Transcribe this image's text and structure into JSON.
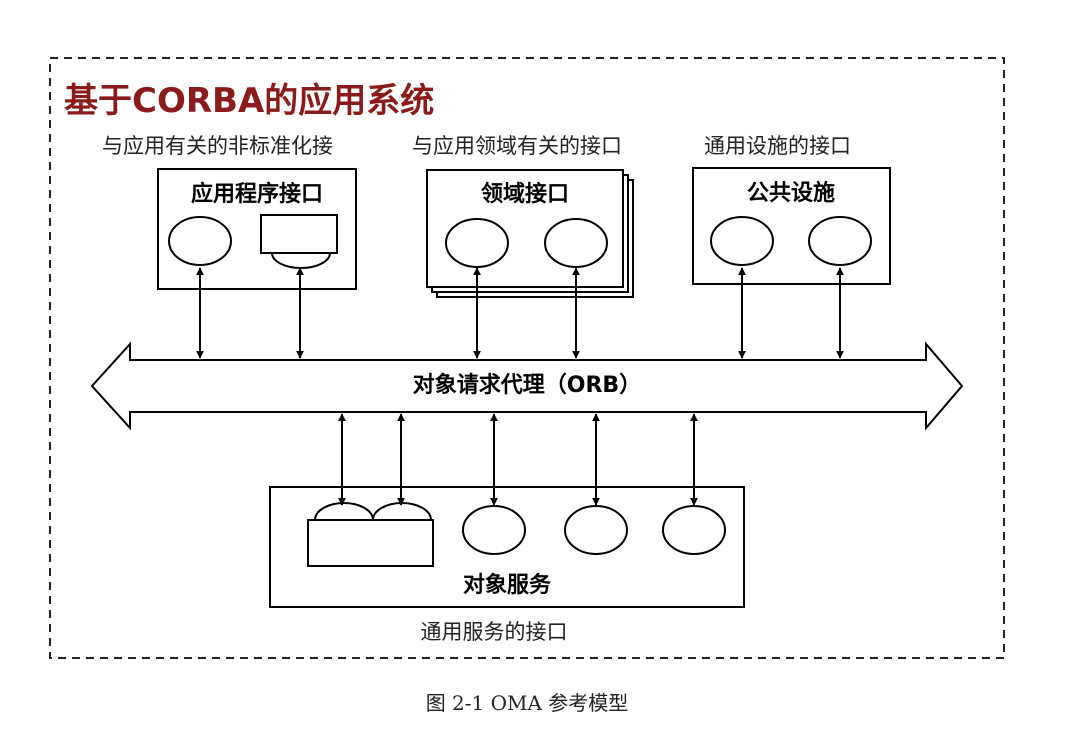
{
  "title": "基于CORBA的应用系统",
  "labels": {
    "app_interface_desc": "与应用有关的非标准化接",
    "domain_interface_desc": "与应用领域有关的接口",
    "facility_interface_desc": "通用设施的接口",
    "service_interface_desc": "通用服务的接口"
  },
  "boxes": {
    "app_interface": "应用程序接口",
    "domain_interface": "领域接口",
    "common_facilities": "公共设施",
    "object_services": "对象服务"
  },
  "bus": {
    "label": "对象请求代理（ORB）"
  },
  "caption": "图 2-1 OMA 参考模型"
}
